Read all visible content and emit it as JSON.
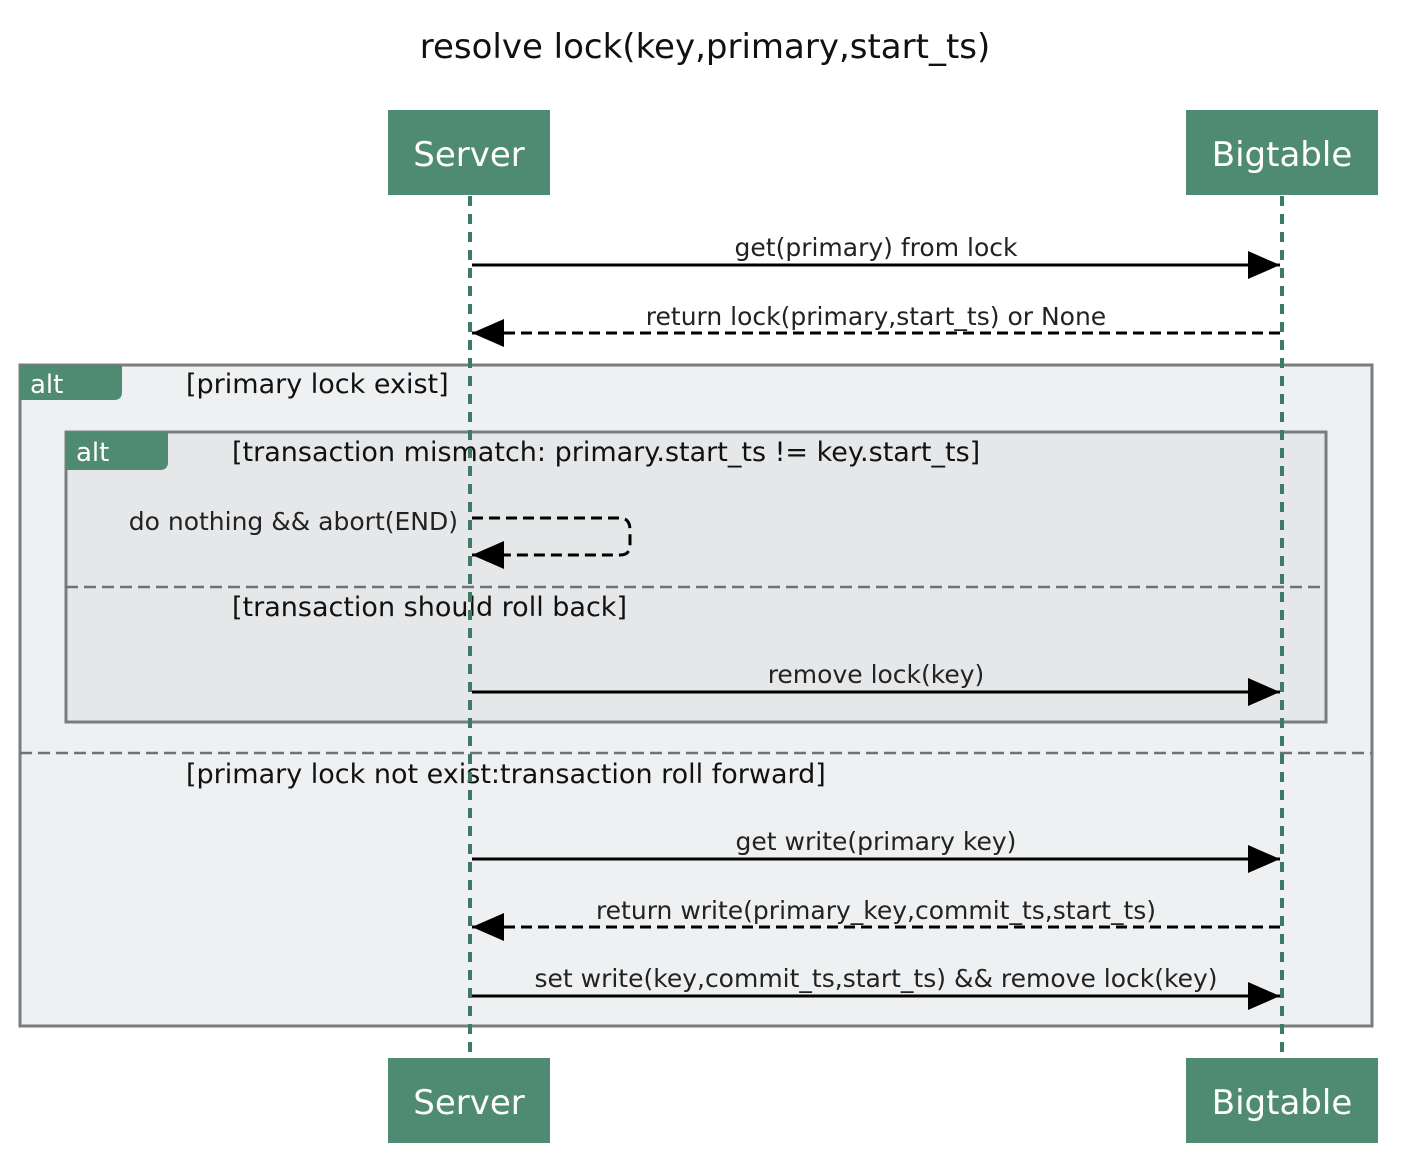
{
  "title": "resolve lock(key,primary,start_ts)",
  "participants": {
    "server": "Server",
    "bigtable": "Bigtable"
  },
  "fragments": {
    "outer": {
      "operator": "alt",
      "guard1": "[primary lock exist]",
      "guard2": "[primary lock not exist:transaction roll forward]"
    },
    "inner": {
      "operator": "alt",
      "guard1": "[transaction mismatch: primary.start_ts != key.start_ts]",
      "guard2": "[transaction should roll back]"
    }
  },
  "messages": [
    {
      "label": "get(primary) from lock",
      "from": "Server",
      "to": "Bigtable",
      "style": "sync"
    },
    {
      "label": "return lock(primary,start_ts) or None",
      "from": "Bigtable",
      "to": "Server",
      "style": "reply"
    },
    {
      "label": "do nothing && abort(END)",
      "from": "Server",
      "to": "Server",
      "style": "reply"
    },
    {
      "label": "remove lock(key)",
      "from": "Server",
      "to": "Bigtable",
      "style": "sync"
    },
    {
      "label": "get write(primary key)",
      "from": "Server",
      "to": "Bigtable",
      "style": "sync"
    },
    {
      "label": "return write(primary_key,commit_ts,start_ts)",
      "from": "Bigtable",
      "to": "Server",
      "style": "reply"
    },
    {
      "label": "set write(key,commit_ts,start_ts) && remove lock(key)",
      "from": "Server",
      "to": "Bigtable",
      "style": "sync"
    }
  ],
  "colors": {
    "participant": "#4f8a73",
    "lifeline": "#3f7a68",
    "outer_bg": "#eef0f1",
    "inner_bg": "#e5e7e9",
    "border": "#7a7d80"
  }
}
